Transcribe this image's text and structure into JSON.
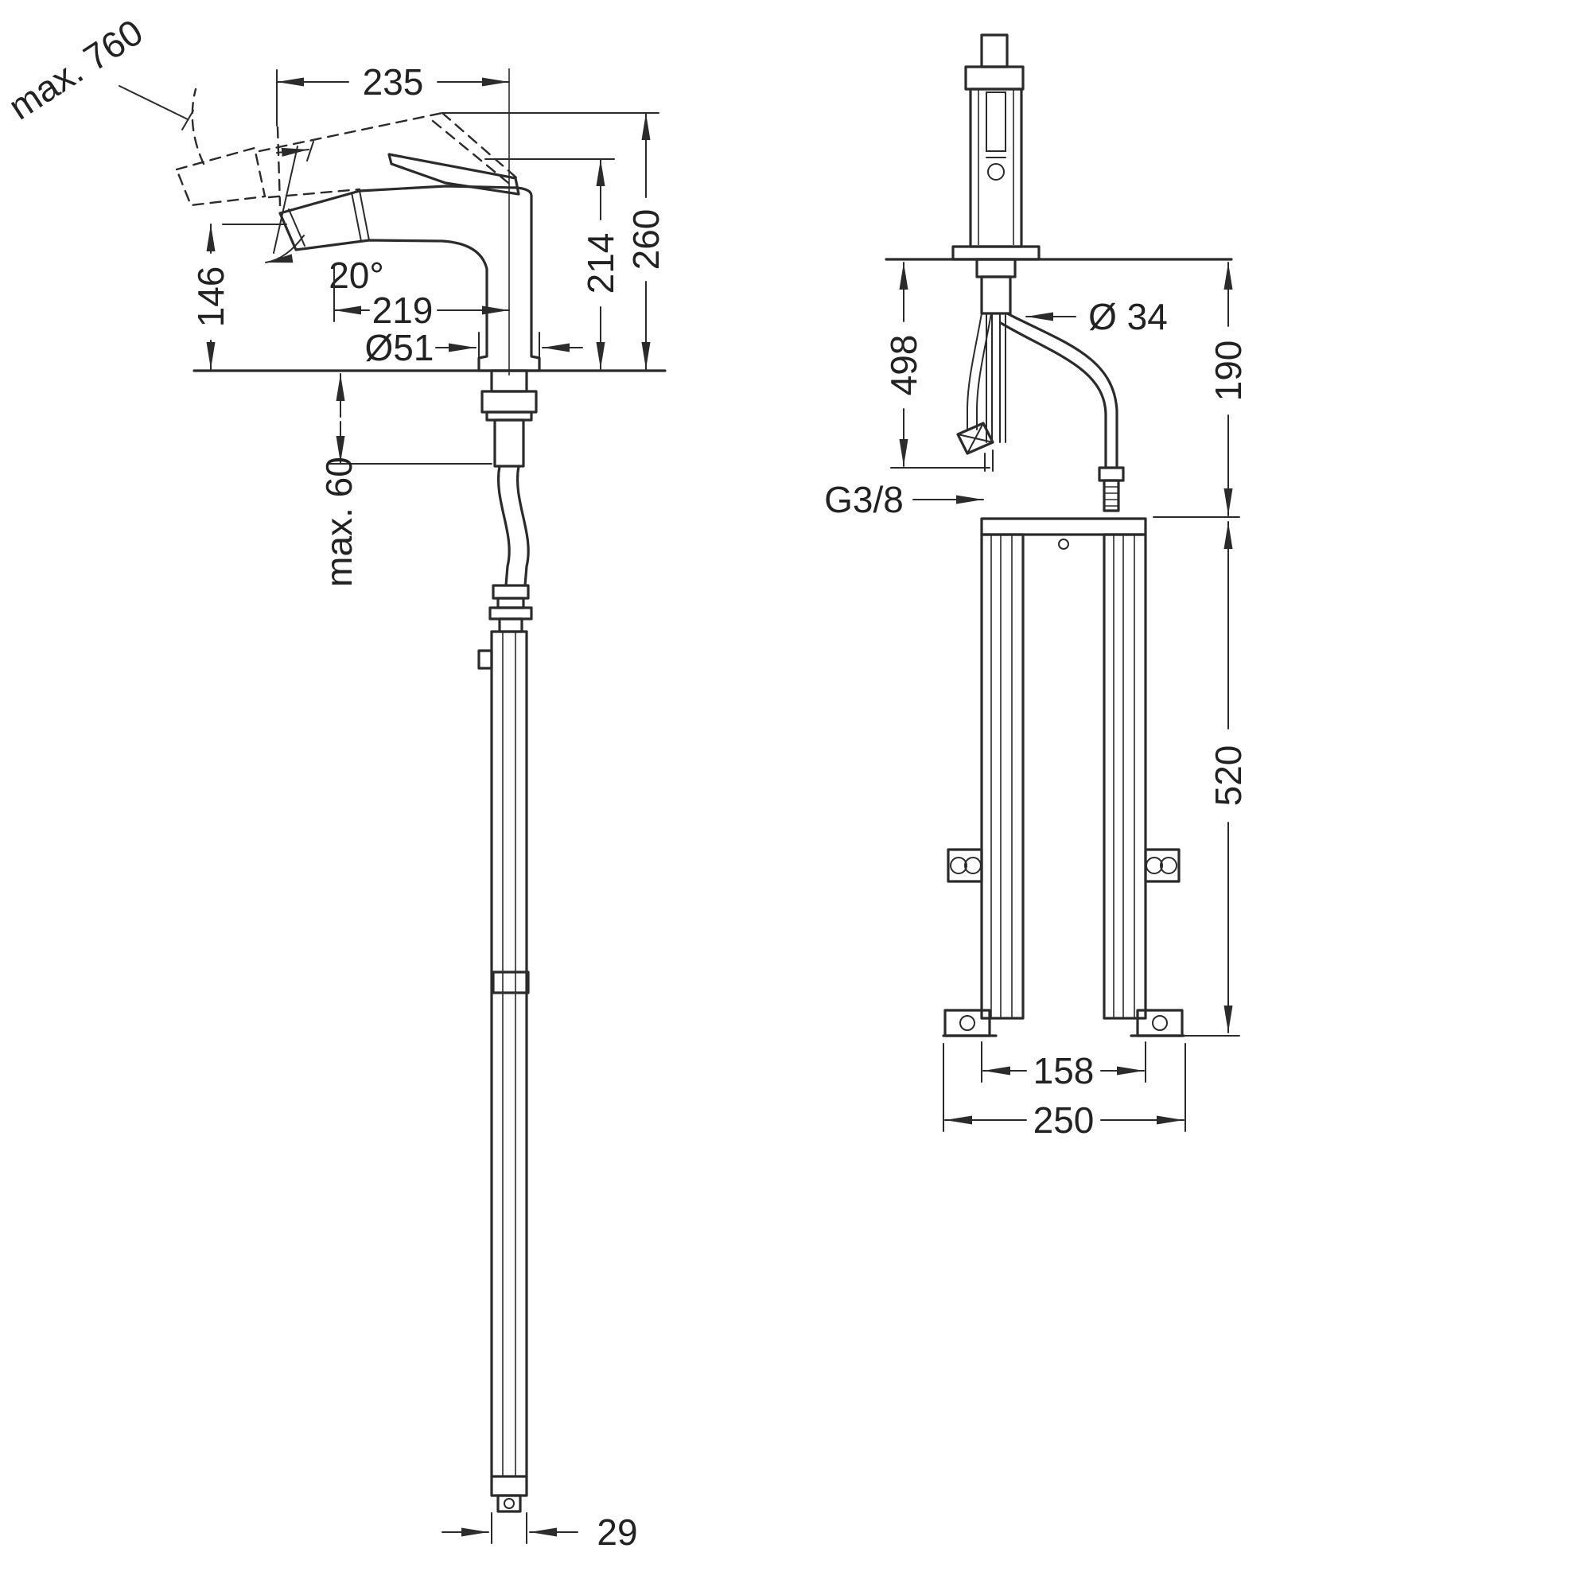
{
  "page": {
    "background": "#ffffff",
    "line_color": "#2b2b2b"
  },
  "diagram": {
    "type": "technical-dimension-drawing",
    "subject": "kitchen mixer tap with pull-out spray and under-counter mounting bracket",
    "views": {
      "side": {
        "dimensions": {
          "hose_extension": "max. 760",
          "spout_reach_tip": "235",
          "spout_height": "214",
          "total_height": "260",
          "spray_height": "146",
          "spray_angle": "20°",
          "reach_outlet": "219",
          "base_diameter": "Ø51",
          "deck_thickness": "max. 60",
          "hose_width": "29"
        }
      },
      "front": {
        "dimensions": {
          "shank_diameter": "Ø 34",
          "left_hose_length": "498",
          "right_hose_drop": "190",
          "connection_thread": "G3/8",
          "bracket_height": "520",
          "bracket_width": "158",
          "overall_width": "250"
        }
      }
    }
  }
}
